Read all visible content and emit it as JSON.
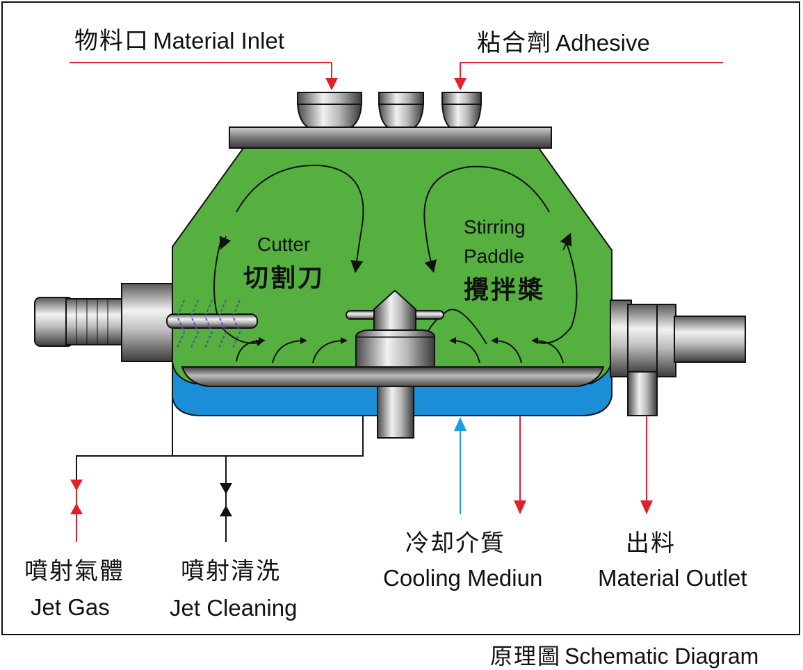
{
  "labels": {
    "material_inlet_zh": "物料口",
    "material_inlet_en": "Material Inlet",
    "adhesive_zh": "粘合劑",
    "adhesive_en": "Adhesive",
    "cutter_en": "Cutter",
    "cutter_zh": "切割刀",
    "stirring_en_1": "Stirring",
    "stirring_en_2": "Paddle",
    "stirring_zh": "攪拌槳",
    "jet_gas_zh": "噴射氣體",
    "jet_gas_en": "Jet Gas",
    "jet_cleaning_zh": "噴射清洗",
    "jet_cleaning_en": "Jet Cleaning",
    "cooling_zh": "冷却介質",
    "cooling_en": "Cooling Mediun",
    "outlet_zh": "出料",
    "outlet_en": "Material Outlet",
    "caption_zh": "原理圖",
    "caption_en": "Schematic Diagram"
  },
  "colors": {
    "vessel_green": "#55b040",
    "jacket_blue": "#1a8fd8",
    "arrow_red": "#e0202a",
    "arrow_blue": "#1a9fe0",
    "metal_dark": "#555555",
    "metal_light": "#e8e8e8",
    "outline": "#111111"
  }
}
